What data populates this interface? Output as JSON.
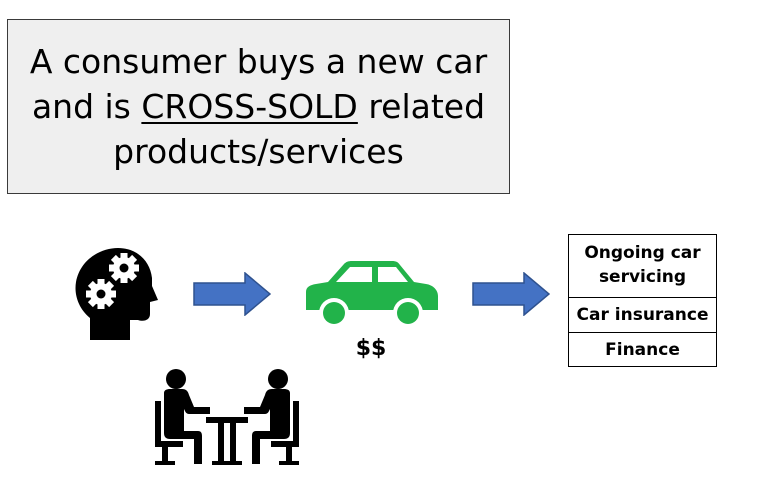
{
  "title": {
    "line1": "A consumer buys a new car",
    "line2_before": "and is ",
    "line2_emphasis": "CROSS-SOLD",
    "line2_after": " related",
    "line3": "products/services"
  },
  "price_label": "$$",
  "products": [
    "Ongoing car\nservicing",
    "Car insurance",
    "Finance"
  ],
  "icons": {
    "head": "head-with-gears-icon",
    "arrow": "right-arrow-icon",
    "car": "car-icon",
    "meeting": "people-at-table-icon"
  },
  "colors": {
    "arrow": "#4472c4",
    "car": "#22b34a",
    "icon": "#000000"
  }
}
